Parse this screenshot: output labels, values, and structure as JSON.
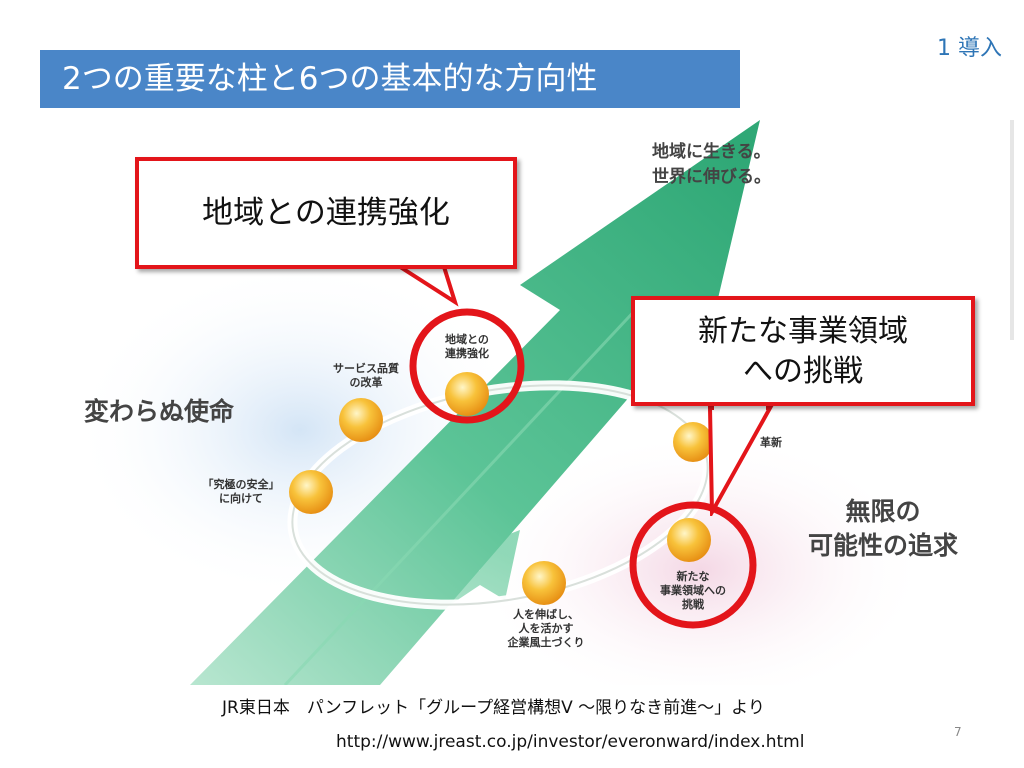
{
  "slide": {
    "section": "1 導入",
    "title": "2つの重要な柱と6つの基本的な方向性",
    "page_number": "7"
  },
  "diagram": {
    "arrow_text_line1": "地域に生きる。",
    "arrow_text_line2": "世界に伸びる。",
    "left_heading": "変わらぬ使命",
    "right_heading_line1": "無限の",
    "right_heading_line2": "可能性の追求",
    "nodes": {
      "service": [
        "サービス品質",
        "の改革"
      ],
      "region": [
        "地域との",
        "連携強化"
      ],
      "safety": [
        "「究極の安全」",
        "に向けて"
      ],
      "people": [
        "人を伸ばし、",
        "人を活かす",
        "企業風土づくり"
      ],
      "business": [
        "新たな",
        "事業領域への",
        "挑戦"
      ],
      "innovation_partial": "革新"
    },
    "callouts": {
      "region": "地域との連携強化",
      "business_line1": "新たな事業領域",
      "business_line2": "への挑戦"
    },
    "colors": {
      "callout_border": "#e3151a",
      "arrow_green": "#3db389",
      "orb_orange": "#f6a91e",
      "title_bg": "#4a86c8"
    }
  },
  "footer": {
    "source": "JR東日本　パンフレット「グループ経営構想V ～限りなき前進～」より",
    "url": "http://www.jreast.co.jp/investor/everonward/index.html"
  }
}
